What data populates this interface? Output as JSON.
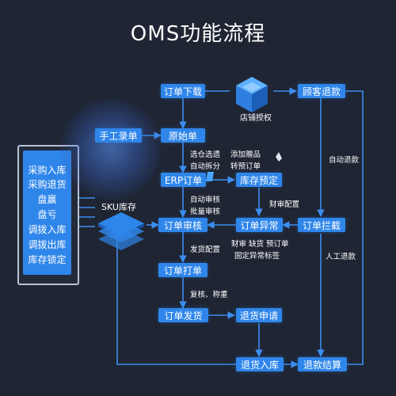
{
  "title": "OMS功能流程",
  "nodes": {
    "order_download": "订单下载",
    "customer_refund": "顾客退款",
    "manual_entry": "手工录单",
    "raw_order": "原始单",
    "erp_order": "ERP订单",
    "stock_reserve": "库存预定",
    "order_review": "订单审核",
    "order_exception": "订单异常",
    "order_intercept": "订单拦截",
    "order_print": "订单打单",
    "order_ship": "订单发货",
    "return_request": "退货申请",
    "return_inbound": "退货入库",
    "refund_settle": "退款结算"
  },
  "side_items": [
    "采购入库",
    "采购退货",
    "盘赢",
    "盘亏",
    "调拨入库",
    "调拨出库",
    "库存锁定"
  ],
  "labels": {
    "store_auth": "店铺授权",
    "sku_stock": "SKU库存",
    "auto_refund": "自动退款",
    "manual_refund": "人工退款",
    "select_warehouse": "选仓选遗",
    "add_gift": "添加赠品",
    "auto_split": "自动拆分",
    "to_preorder": "转预订单",
    "auto_review": "自动审核",
    "batch_review": "批量审核",
    "finance_config": "财审配置",
    "ship_config": "发货配置",
    "exception_a": "财审 缺货 预订单",
    "exception_b": "固定异常标签",
    "recheck_weigh": "复核、称重"
  },
  "colors": {
    "background": "#1f2533",
    "box": "#2f86ea",
    "line": "#3c8ef0",
    "panel_border": "#b9c3d6"
  }
}
